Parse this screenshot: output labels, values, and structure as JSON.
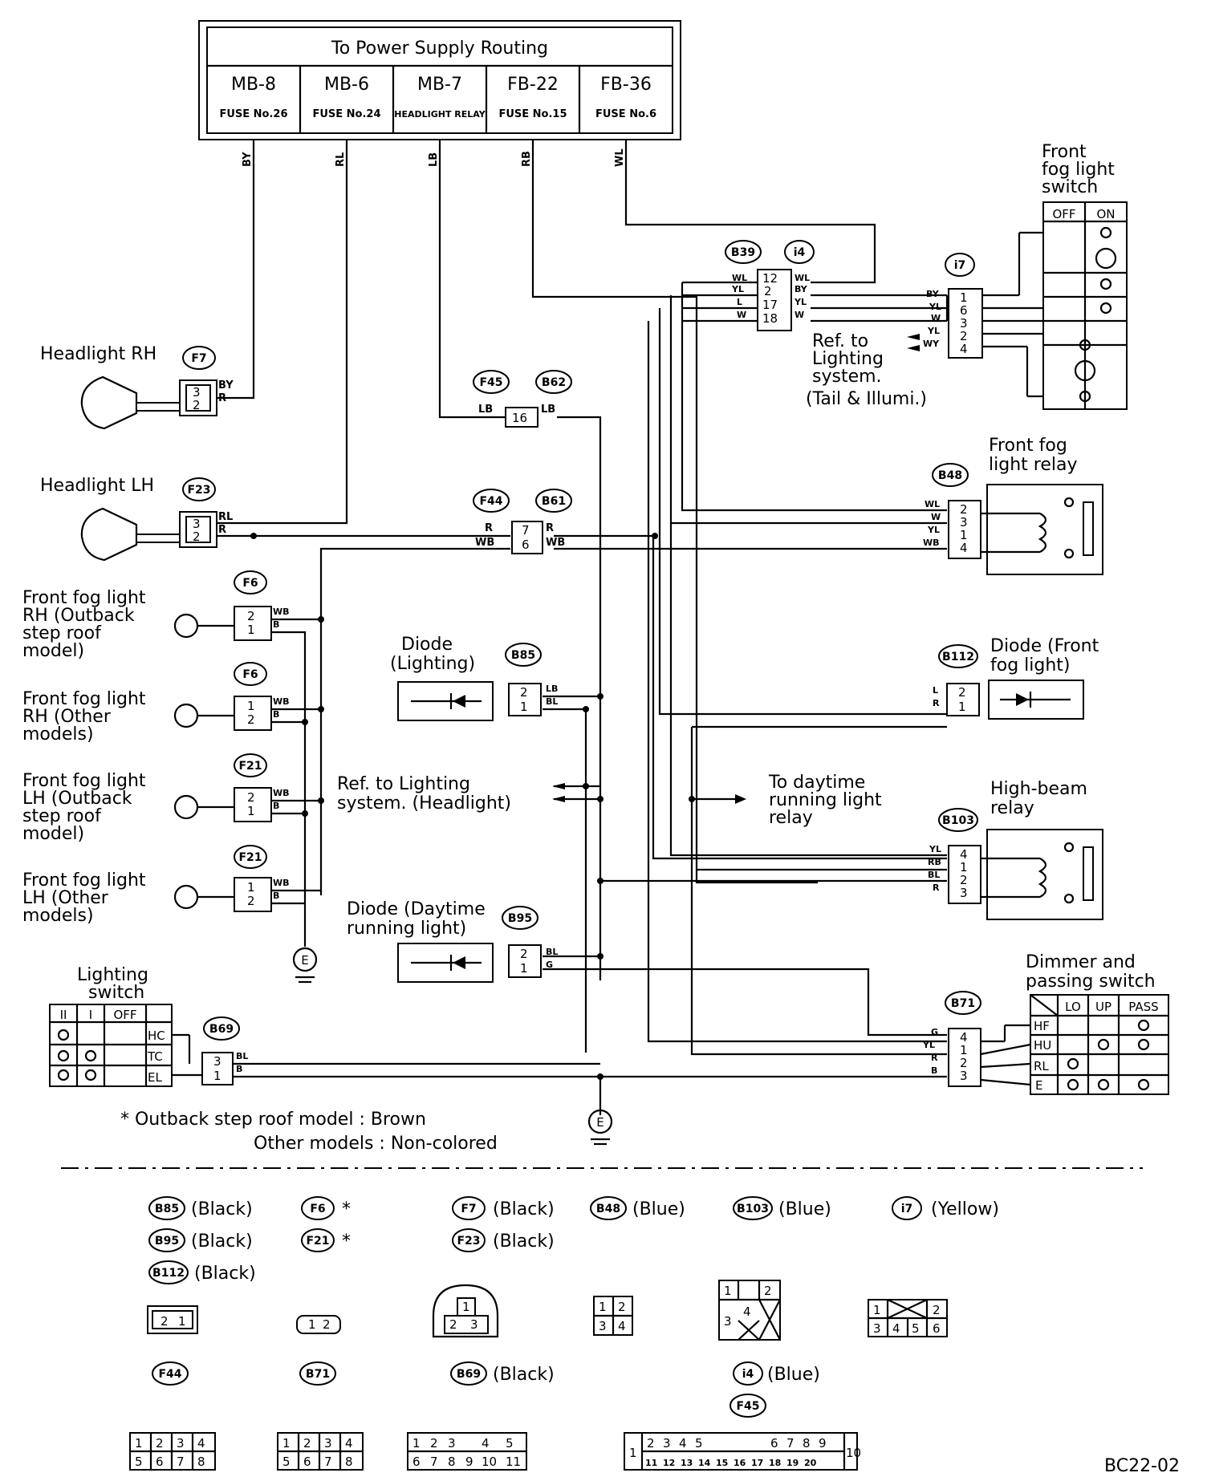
{
  "power_supply": {
    "title": "To Power Supply Routing",
    "cols": [
      {
        "code": "MB-8",
        "desc": "FUSE No.26"
      },
      {
        "code": "MB-6",
        "desc": "FUSE No.24"
      },
      {
        "code": "MB-7",
        "desc": "HEADLIGHT RELAY"
      },
      {
        "code": "FB-22",
        "desc": "FUSE No.15"
      },
      {
        "code": "FB-36",
        "desc": "FUSE No.6"
      }
    ],
    "wires": [
      "BY",
      "RL",
      "LB",
      "RB",
      "WL"
    ]
  },
  "components": {
    "headlight_rh": "Headlight RH",
    "headlight_lh": "Headlight LH",
    "fog_rh_outback": [
      "Front fog light",
      "RH (Outback",
      "step roof",
      "model)"
    ],
    "fog_rh_other": [
      "Front fog light",
      "RH (Other",
      "models)"
    ],
    "fog_lh_outback": [
      "Front fog light",
      "LH (Outback",
      "step roof",
      "model)"
    ],
    "fog_lh_other": [
      "Front fog light",
      "LH (Other",
      "models)"
    ],
    "fog_switch": [
      "Front",
      "fog light",
      "switch"
    ],
    "fog_switch_cols": [
      "OFF",
      "ON"
    ],
    "fog_relay": [
      "Front fog",
      "light relay"
    ],
    "diode_lighting": [
      "Diode",
      "(Lighting)"
    ],
    "diode_fog": [
      "Diode (Front",
      "fog light)"
    ],
    "ref_headlight": [
      "Ref. to Lighting",
      "system. (Headlight)"
    ],
    "ref_tail": [
      "Ref. to",
      "Lighting",
      "system.",
      "(Tail & Illumi.)"
    ],
    "to_drl": [
      "To daytime",
      "running light",
      "relay"
    ],
    "highbeam_relay": [
      "High-beam",
      "relay"
    ],
    "diode_drl": [
      "Diode (Daytime",
      "running light)"
    ],
    "lighting_switch": [
      "Lighting",
      "switch"
    ],
    "lighting_switch_cols": [
      "II",
      "I",
      "OFF"
    ],
    "lighting_switch_rows": [
      "HC",
      "TC",
      "EL"
    ],
    "dimmer": [
      "Dimmer and",
      "passing switch"
    ],
    "dimmer_cols": [
      "LO",
      "UP",
      "PASS"
    ],
    "dimmer_rows": [
      "HF",
      "HU",
      "RL",
      "E"
    ],
    "ground": "E"
  },
  "connectors": {
    "F7": "F7",
    "F23": "F23",
    "F6": "F6",
    "F21": "F21",
    "F45": "F45",
    "B62": "B62",
    "F44": "F44",
    "B61": "B61",
    "B39": "B39",
    "i4": "i4",
    "i7": "i7",
    "B48": "B48",
    "B85": "B85",
    "B112": "B112",
    "B103": "B103",
    "B95": "B95",
    "B69": "B69",
    "B71": "B71"
  },
  "notes": {
    "line1": "* Outback step roof model : Brown",
    "line2": "Other models : Non-colored"
  },
  "legend": {
    "row1": [
      {
        "id": "B85",
        "color": "(Black)"
      },
      {
        "id": "F6",
        "color": "*"
      },
      {
        "id": "F7",
        "color": "(Black)"
      },
      {
        "id": "B48",
        "color": "(Blue)"
      },
      {
        "id": "B103",
        "color": "(Blue)"
      },
      {
        "id": "i7",
        "color": "(Yellow)"
      }
    ],
    "row2": [
      {
        "id": "B95",
        "color": "(Black)"
      },
      {
        "id": "F21",
        "color": "*"
      },
      {
        "id": "F23",
        "color": "(Black)"
      }
    ],
    "row3": [
      {
        "id": "B112",
        "color": "(Black)"
      }
    ],
    "row4": [
      {
        "id": "F44",
        "color": ""
      },
      {
        "id": "B71",
        "color": ""
      },
      {
        "id": "B69",
        "color": "(Black)"
      },
      {
        "id": "i4",
        "color": "(Blue)"
      }
    ],
    "f45": "F45"
  },
  "code": "BC22-02"
}
